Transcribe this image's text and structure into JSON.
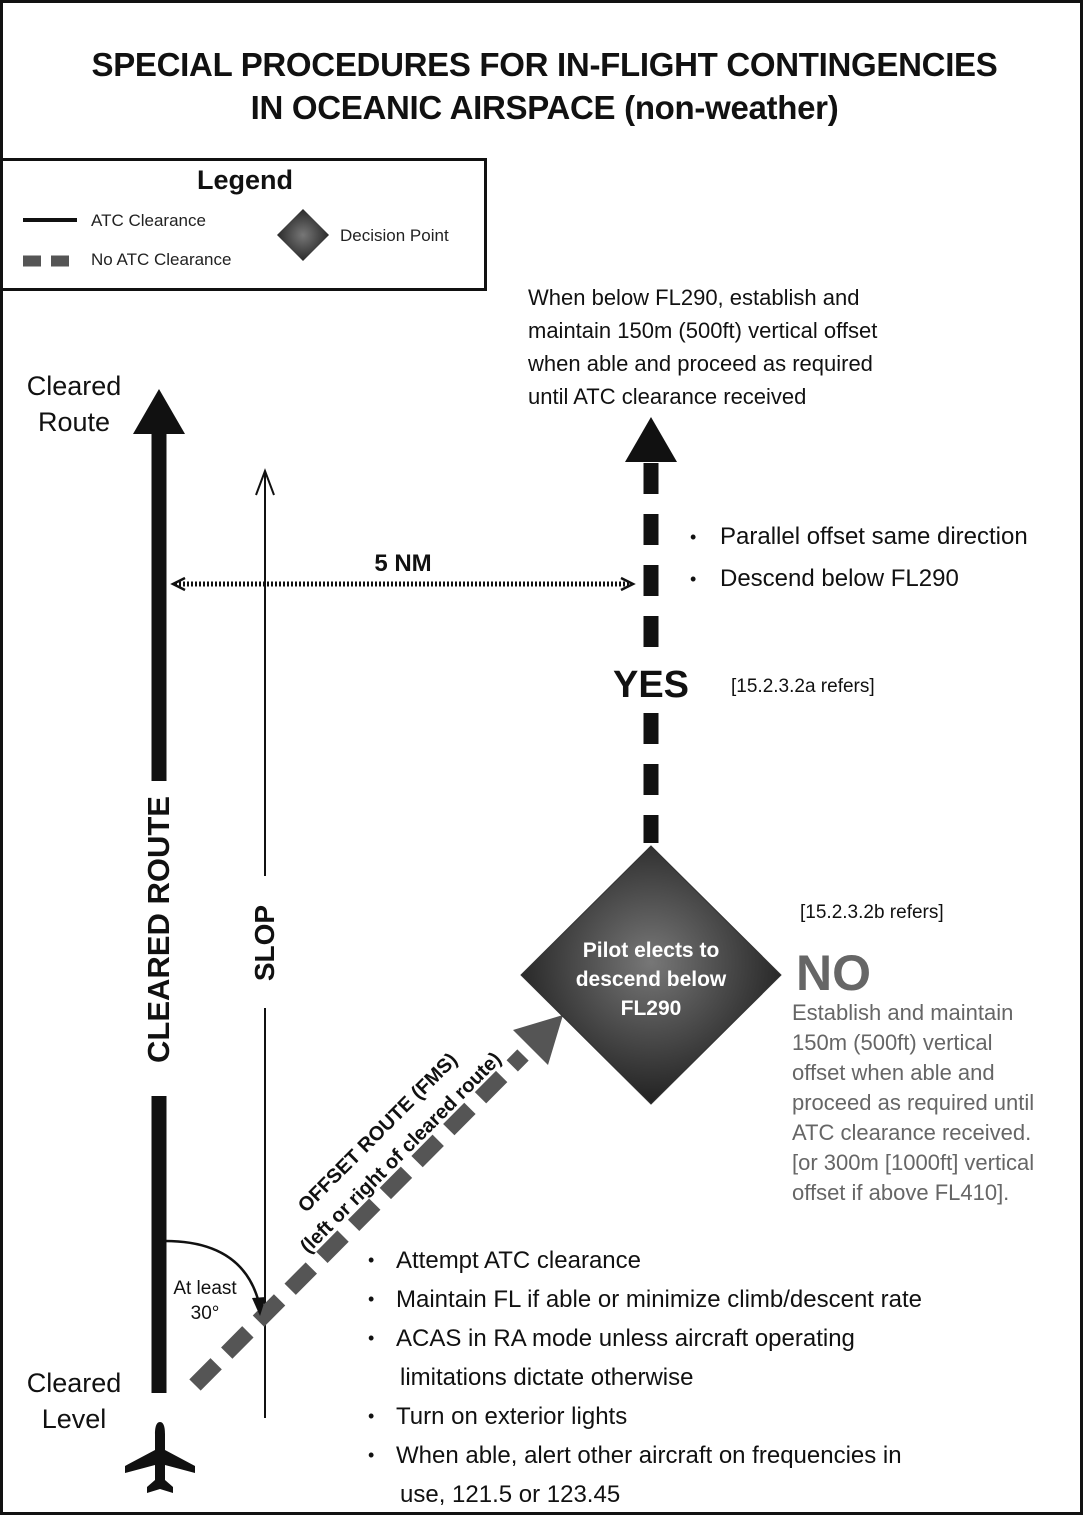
{
  "title": {
    "line1": "SPECIAL PROCEDURES FOR IN-FLIGHT CONTINGENCIES",
    "line2": "IN OCEANIC AIRSPACE (non-weather)"
  },
  "legend": {
    "title": "Legend",
    "atc_clearance": "ATC Clearance",
    "no_atc_clearance": "No ATC Clearance",
    "decision_point": "Decision Point"
  },
  "labels": {
    "cleared_route_top_1": "Cleared",
    "cleared_route_top_2": "Route",
    "cleared_level_1": "Cleared",
    "cleared_level_2": "Level",
    "cleared_route_vertical": "CLEARED ROUTE",
    "slop": "SLOP",
    "five_nm": "5 NM",
    "yes": "YES",
    "no": "NO",
    "ref_a": "[15.2.3.2a refers]",
    "ref_b": "[15.2.3.2b refers]",
    "at_least_1": "At least",
    "at_least_2": "30°",
    "offset_route_1": "OFFSET ROUTE (FMS)",
    "offset_route_2": "(left or right of cleared route)"
  },
  "decision": {
    "line1": "Pilot elects to",
    "line2": "descend below",
    "line3": "FL290"
  },
  "top_note": {
    "line1": "When below FL290, establish and",
    "line2": "maintain 150m (500ft) vertical offset",
    "line3": "when able and proceed as required",
    "line4": "until ATC clearance received"
  },
  "yes_bullets": [
    "Parallel offset same direction",
    "Descend below FL290"
  ],
  "no_text": {
    "line1": "Establish and maintain",
    "line2": "150m (500ft) vertical",
    "line3": "offset when able and",
    "line4": "proceed as required until",
    "line5": "ATC clearance received.",
    "line6": "[or 300m [1000ft] vertical",
    "line7": "offset if above FL410]."
  },
  "actions": {
    "a1": "Attempt ATC clearance",
    "a2": "Maintain FL if able or minimize climb/descent rate",
    "a3a": "ACAS in RA mode unless aircraft operating",
    "a3b": "limitations dictate otherwise",
    "a4": "Turn on exterior lights",
    "a5a": "When able, alert other aircraft on frequencies in",
    "a5b": "use, 121.5 or 123.45"
  },
  "icons": {
    "airplane": "airplane-icon",
    "decision_diamond": "diamond-icon"
  },
  "colors": {
    "line": "#111111",
    "dashed_offset": "#555555",
    "diamond_dark": "#1a1a1a",
    "diamond_light": "#777777",
    "no_text": "#666666"
  }
}
